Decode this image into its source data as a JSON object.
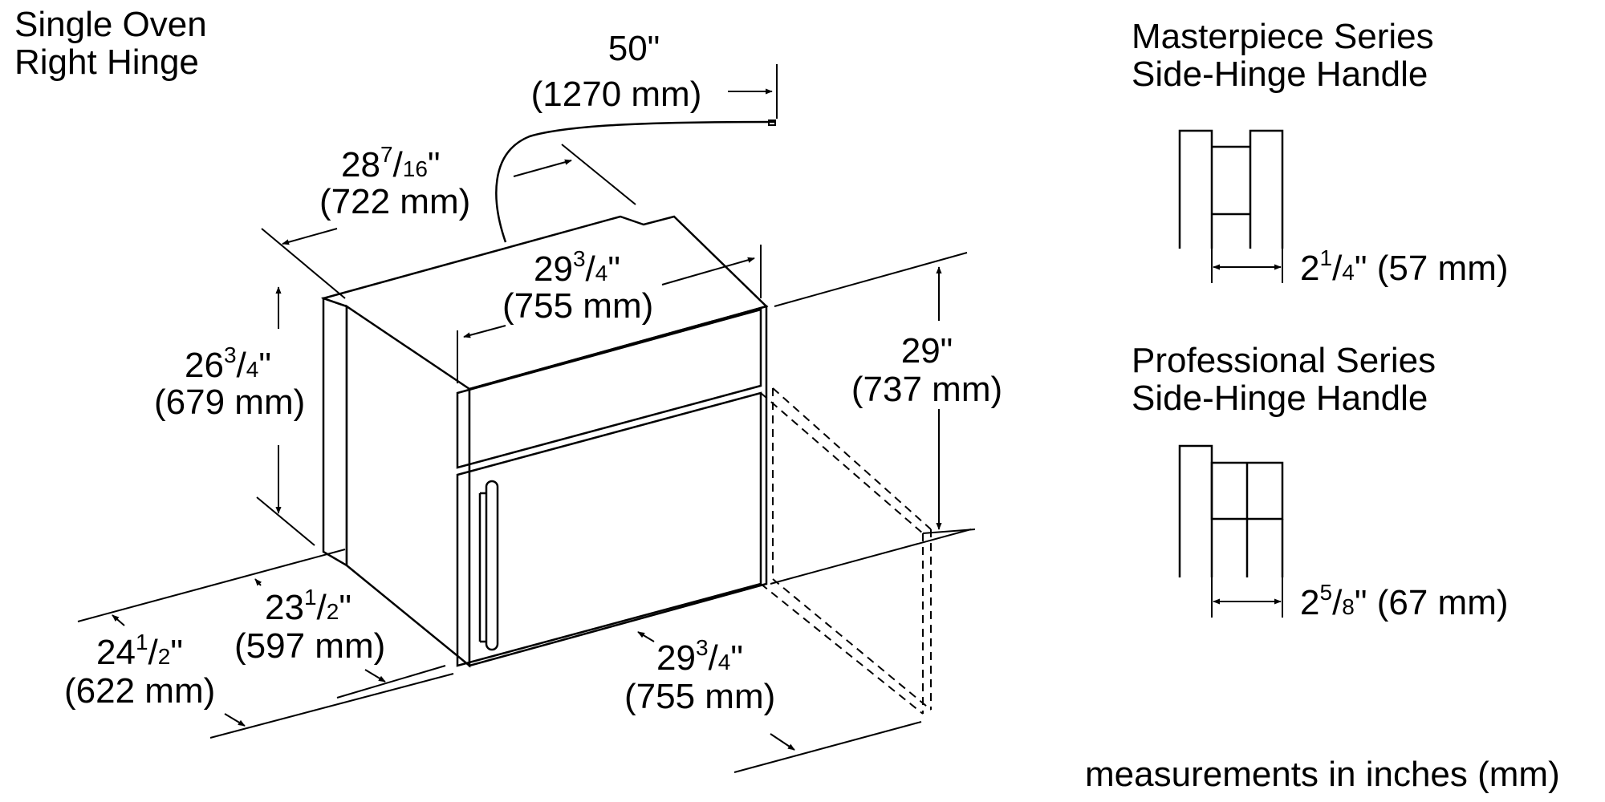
{
  "title": {
    "line1": "Single Oven",
    "line2": "Right Hinge"
  },
  "footer": "measurements in inches (mm)",
  "colors": {
    "stroke": "#000000",
    "background": "#ffffff"
  },
  "handles": [
    {
      "title_line1": "Masterpiece Series",
      "title_line2": "Side-Hinge Handle",
      "dim_whole": "2",
      "dim_num": "1",
      "dim_den": "4",
      "dim_mm": "\" (57 mm)"
    },
    {
      "title_line1": "Professional Series",
      "title_line2": "Side-Hinge Handle",
      "dim_whole": "2",
      "dim_num": "5",
      "dim_den": "8",
      "dim_mm": "\" (67 mm)"
    }
  ],
  "dims": {
    "cord_length": {
      "inch": "50\"",
      "mm": "(1270 mm)"
    },
    "depth_top": {
      "whole": "28",
      "num": "7",
      "den": "16",
      "unit": "\"",
      "mm": "(722 mm)"
    },
    "width_top": {
      "whole": "29",
      "num": "3",
      "den": "4",
      "unit": "\"",
      "mm": "(755 mm)"
    },
    "height": {
      "whole": "26",
      "num": "3",
      "den": "4",
      "unit": "\"",
      "mm": "(679 mm)"
    },
    "cutout_height": {
      "inch": "29\"",
      "mm": "(737 mm)"
    },
    "depth_body": {
      "whole": "23",
      "num": "1",
      "den": "2",
      "unit": "\"",
      "mm": "(597 mm)"
    },
    "depth_overall": {
      "whole": "24",
      "num": "1",
      "den": "2",
      "unit": "\"",
      "mm": "(622 mm)"
    },
    "width_bottom": {
      "whole": "29",
      "num": "3",
      "den": "4",
      "unit": "\"",
      "mm": "(755 mm)"
    }
  }
}
